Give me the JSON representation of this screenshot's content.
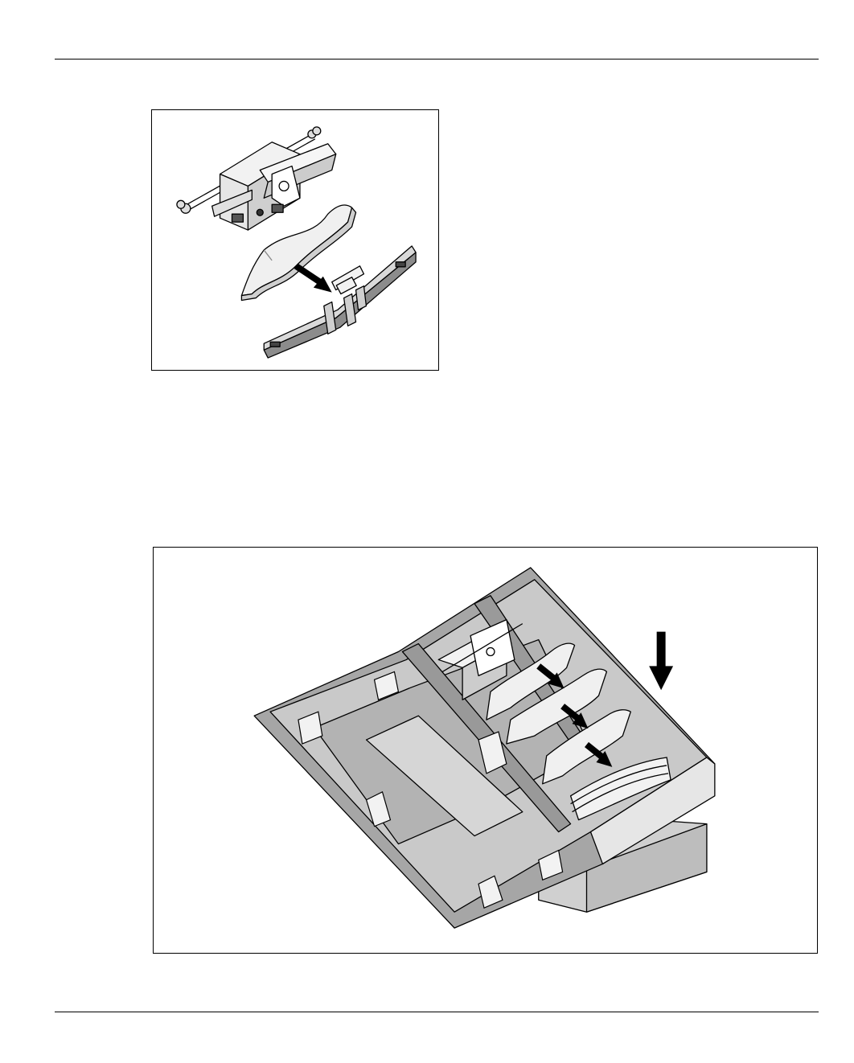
{
  "page": {
    "background": "#ffffff",
    "rule_color": "#000000"
  },
  "figures": [
    {
      "id": "figure-1",
      "depicts": "paper-guide-separator-assembly",
      "arrow": "insert-arrow-icon",
      "palette": {
        "line": "#000000",
        "part_light": "#f2f2f2",
        "part_mid": "#cccccc",
        "part_dark": "#8c8c8c"
      }
    },
    {
      "id": "figure-2",
      "depicts": "sheet-feeder-tray-with-separators",
      "arrows": [
        "insert-arrow-icon",
        "insert-arrow-icon",
        "insert-arrow-icon",
        "press-down-arrow-icon"
      ],
      "palette": {
        "line": "#000000",
        "tray": "#a6a6a6",
        "tray_inner": "#c8c8c8",
        "part_light": "#f2f2f2"
      }
    }
  ]
}
